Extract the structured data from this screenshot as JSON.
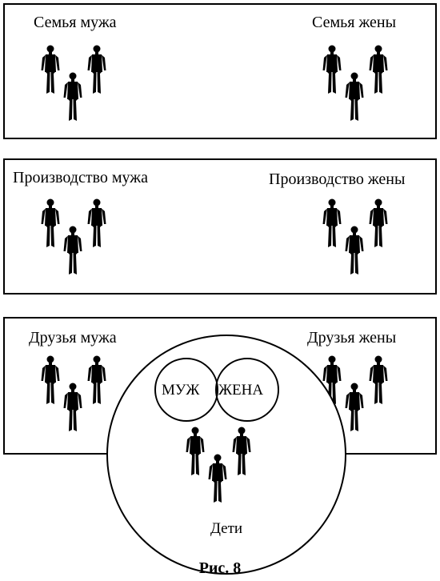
{
  "panels": {
    "family": {
      "left_label": "Семья мужа",
      "right_label": "Семья жены"
    },
    "work": {
      "left_label": "Производство мужа",
      "right_label": "Производство жены"
    },
    "friends": {
      "left_label": "Друзья мужа",
      "right_label": "Друзья жены"
    }
  },
  "center": {
    "husband": "МУЖ",
    "wife": "ЖЕНА",
    "children": "Дети"
  },
  "caption": "Рис. 8",
  "icons": {
    "person": "person-silhouette-icon"
  },
  "colors": {
    "ink": "#000000",
    "paper": "#ffffff"
  }
}
